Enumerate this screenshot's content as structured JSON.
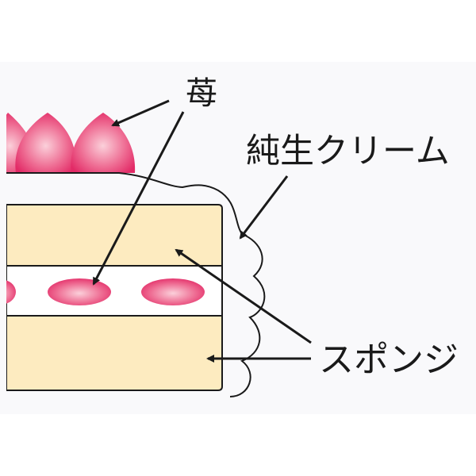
{
  "labels": {
    "strawberry": "苺",
    "fresh_cream": "純生クリーム",
    "sponge": "スポンジ"
  },
  "colors": {
    "sponge": "#fdebc0",
    "strawberry": "#e8336e",
    "background": "#f9f9fb"
  }
}
